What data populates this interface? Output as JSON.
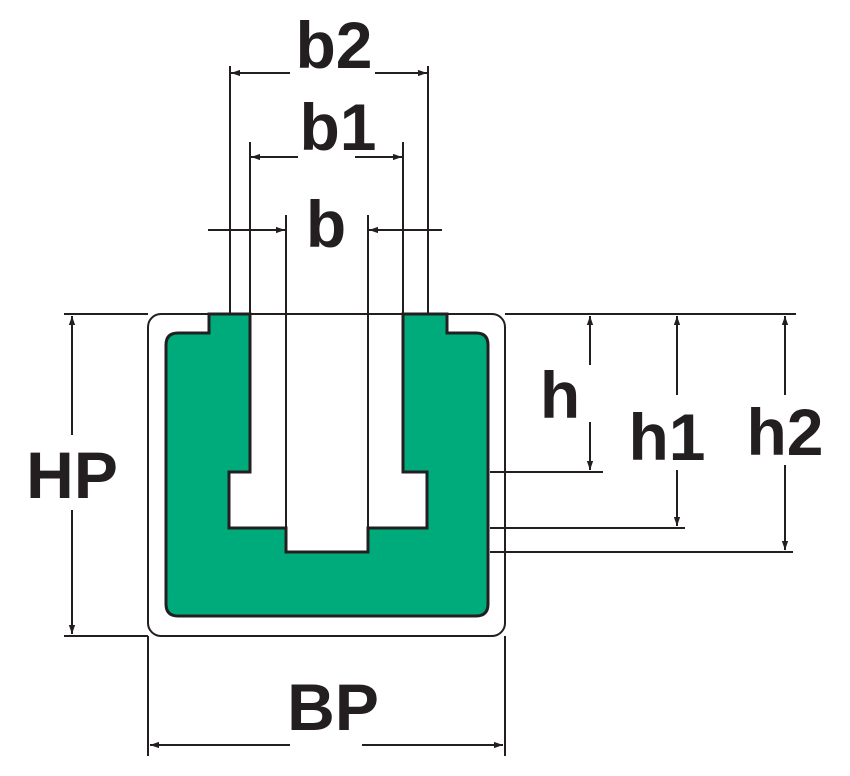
{
  "labels": {
    "b2": "b2",
    "b1": "b1",
    "b": "b",
    "h": "h",
    "h1": "h1",
    "h2": "h2",
    "HP": "HP",
    "BP": "BP"
  },
  "colors": {
    "profile_fill": "#00ab7b",
    "line": "#231f20"
  }
}
